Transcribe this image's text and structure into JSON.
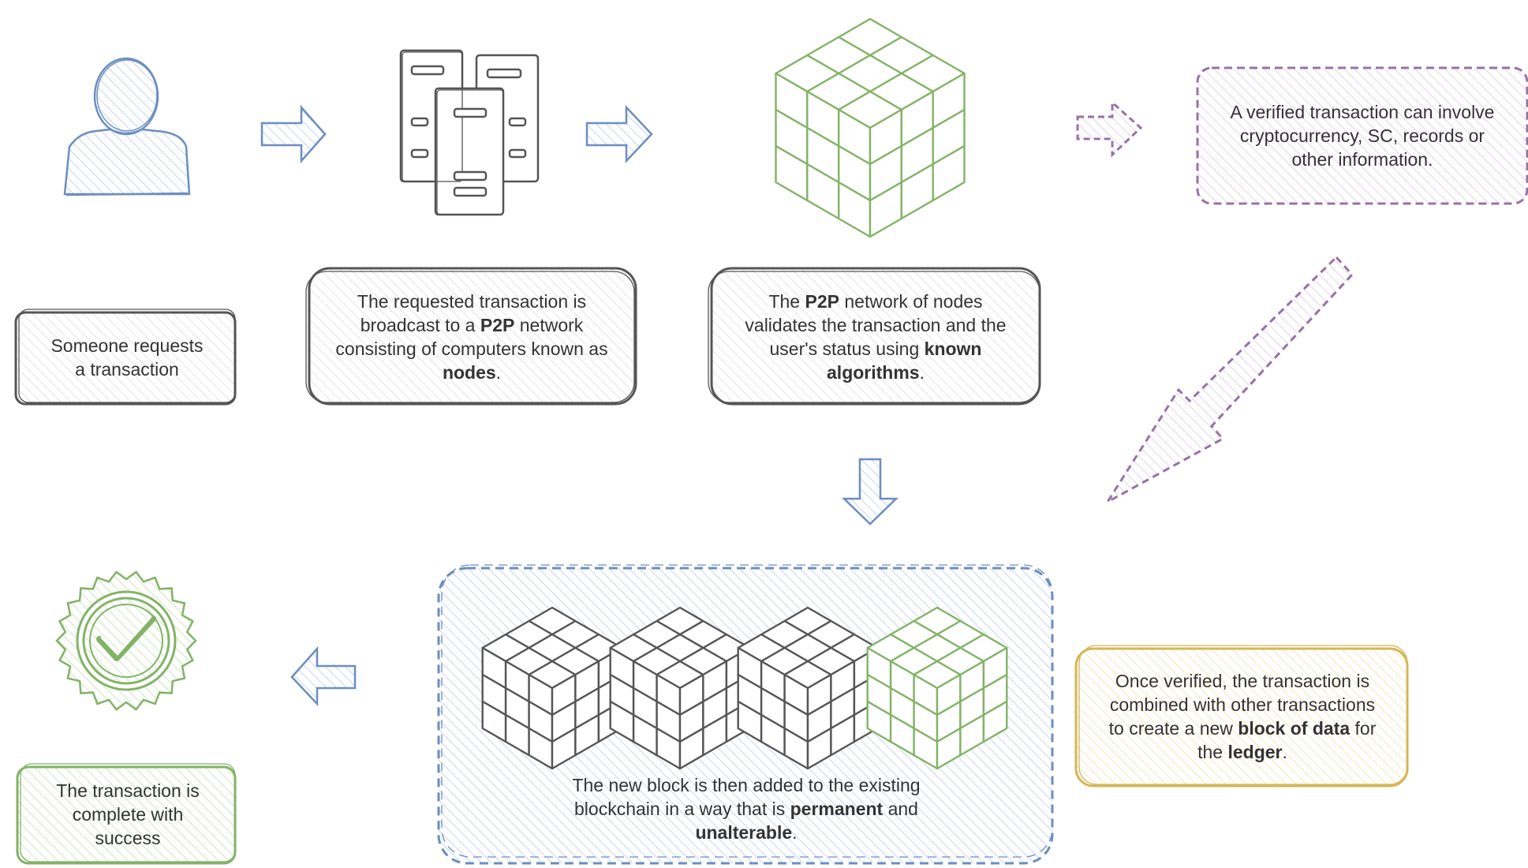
{
  "colors": {
    "blue": "#6c8ebf",
    "blue_fill": "#dae8fc",
    "dark": "#555555",
    "green": "#82b366",
    "green_fill": "#d5e8d4",
    "purple": "#9673a6",
    "purple_fill": "#e1d5e7",
    "yellow": "#d6b656",
    "yellow_fill": "#fff2cc",
    "gray_fill": "#f0f0f0"
  },
  "icons": {
    "user": "user-icon",
    "servers": "server-rack-icon",
    "cube": "cube-grid-icon",
    "chain": "blockchain-cubes-icon",
    "badge": "check-badge-icon"
  },
  "steps": {
    "request": {
      "lines": [
        [
          {
            "t": "Someone requests"
          }
        ],
        [
          {
            "t": "a transaction"
          }
        ]
      ]
    },
    "broadcast": {
      "lines": [
        [
          {
            "t": "The requested transaction is"
          }
        ],
        [
          {
            "t": "broadcast to a "
          },
          {
            "t": "P2P",
            "b": true
          },
          {
            "t": " network"
          }
        ],
        [
          {
            "t": "consisting of computers known as"
          }
        ],
        [
          {
            "t": "nodes",
            "b": true
          },
          {
            "t": "."
          }
        ]
      ]
    },
    "validate": {
      "lines": [
        [
          {
            "t": "The "
          },
          {
            "t": "P2P",
            "b": true
          },
          {
            "t": " network of nodes"
          }
        ],
        [
          {
            "t": "validates the transaction and the"
          }
        ],
        [
          {
            "t": "user's status using "
          },
          {
            "t": "known",
            "b": true
          }
        ],
        [
          {
            "t": "algorithms",
            "b": true
          },
          {
            "t": "."
          }
        ]
      ]
    },
    "verified_note": {
      "lines": [
        [
          {
            "t": "A verified transaction can involve"
          }
        ],
        [
          {
            "t": "cryptocurrency, SC, records or"
          }
        ],
        [
          {
            "t": "other information."
          }
        ]
      ]
    },
    "combine": {
      "lines": [
        [
          {
            "t": "Once verified, the transaction is"
          }
        ],
        [
          {
            "t": "combined with other transactions"
          }
        ],
        [
          {
            "t": "to create a new "
          },
          {
            "t": "block of data",
            "b": true
          },
          {
            "t": " for"
          }
        ],
        [
          {
            "t": "the "
          },
          {
            "t": "ledger",
            "b": true
          },
          {
            "t": "."
          }
        ]
      ]
    },
    "add_block": {
      "lines": [
        [
          {
            "t": "The new block is then added to the existing"
          }
        ],
        [
          {
            "t": "blockchain in a way that is "
          },
          {
            "t": "permanent",
            "b": true
          },
          {
            "t": " and"
          }
        ],
        [
          {
            "t": "unalterable",
            "b": true
          },
          {
            "t": "."
          }
        ]
      ]
    },
    "complete": {
      "lines": [
        [
          {
            "t": "The transaction is"
          }
        ],
        [
          {
            "t": "complete with"
          }
        ],
        [
          {
            "t": "success"
          }
        ]
      ]
    }
  }
}
